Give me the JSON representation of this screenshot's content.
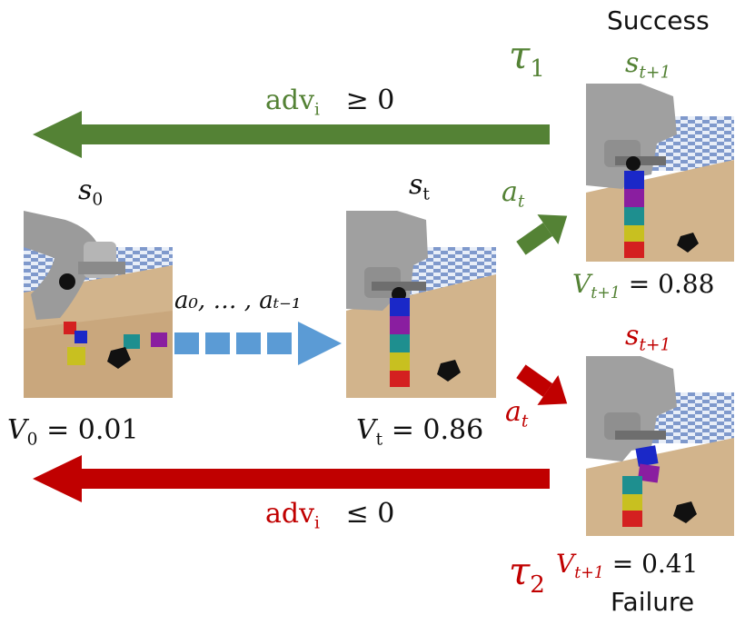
{
  "top_right": {
    "success_label": "Success",
    "tau1_sym": "τ",
    "tau1_sub": "1",
    "state_sym": "s",
    "state_sub": "t+1",
    "value_sym": "V",
    "value_sub": "t+1",
    "value_text": "= 0.88"
  },
  "bottom_right": {
    "failure_label": "Failure",
    "tau2_sym": "τ",
    "tau2_sub": "2",
    "state_sym": "s",
    "state_sub": "t+1",
    "value_sym": "V",
    "value_sub": "t+1",
    "value_text": "= 0.41"
  },
  "left": {
    "state_sym": "s",
    "state_sub": "0",
    "value_sym": "V",
    "value_sub": "0",
    "value_text": "= 0.01"
  },
  "middle": {
    "state_sym": "s",
    "state_sub": "t",
    "value_sym": "V",
    "value_sub": "t",
    "value_text": "= 0.86",
    "actions_label": "a₀, … , aₜ₋₁"
  },
  "arrows": {
    "adv_pos_sym": "adv",
    "adv_pos_sub": "i",
    "adv_pos_rel": "≥ 0",
    "adv_neg_sym": "adv",
    "adv_neg_sub": "i",
    "adv_neg_rel": "≤ 0",
    "action_up_sym": "a",
    "action_up_sub": "t",
    "action_down_sym": "a",
    "action_down_sub": "t"
  },
  "colors": {
    "green": "#548235",
    "red": "#c00000",
    "blue": "#5b9bd5"
  }
}
